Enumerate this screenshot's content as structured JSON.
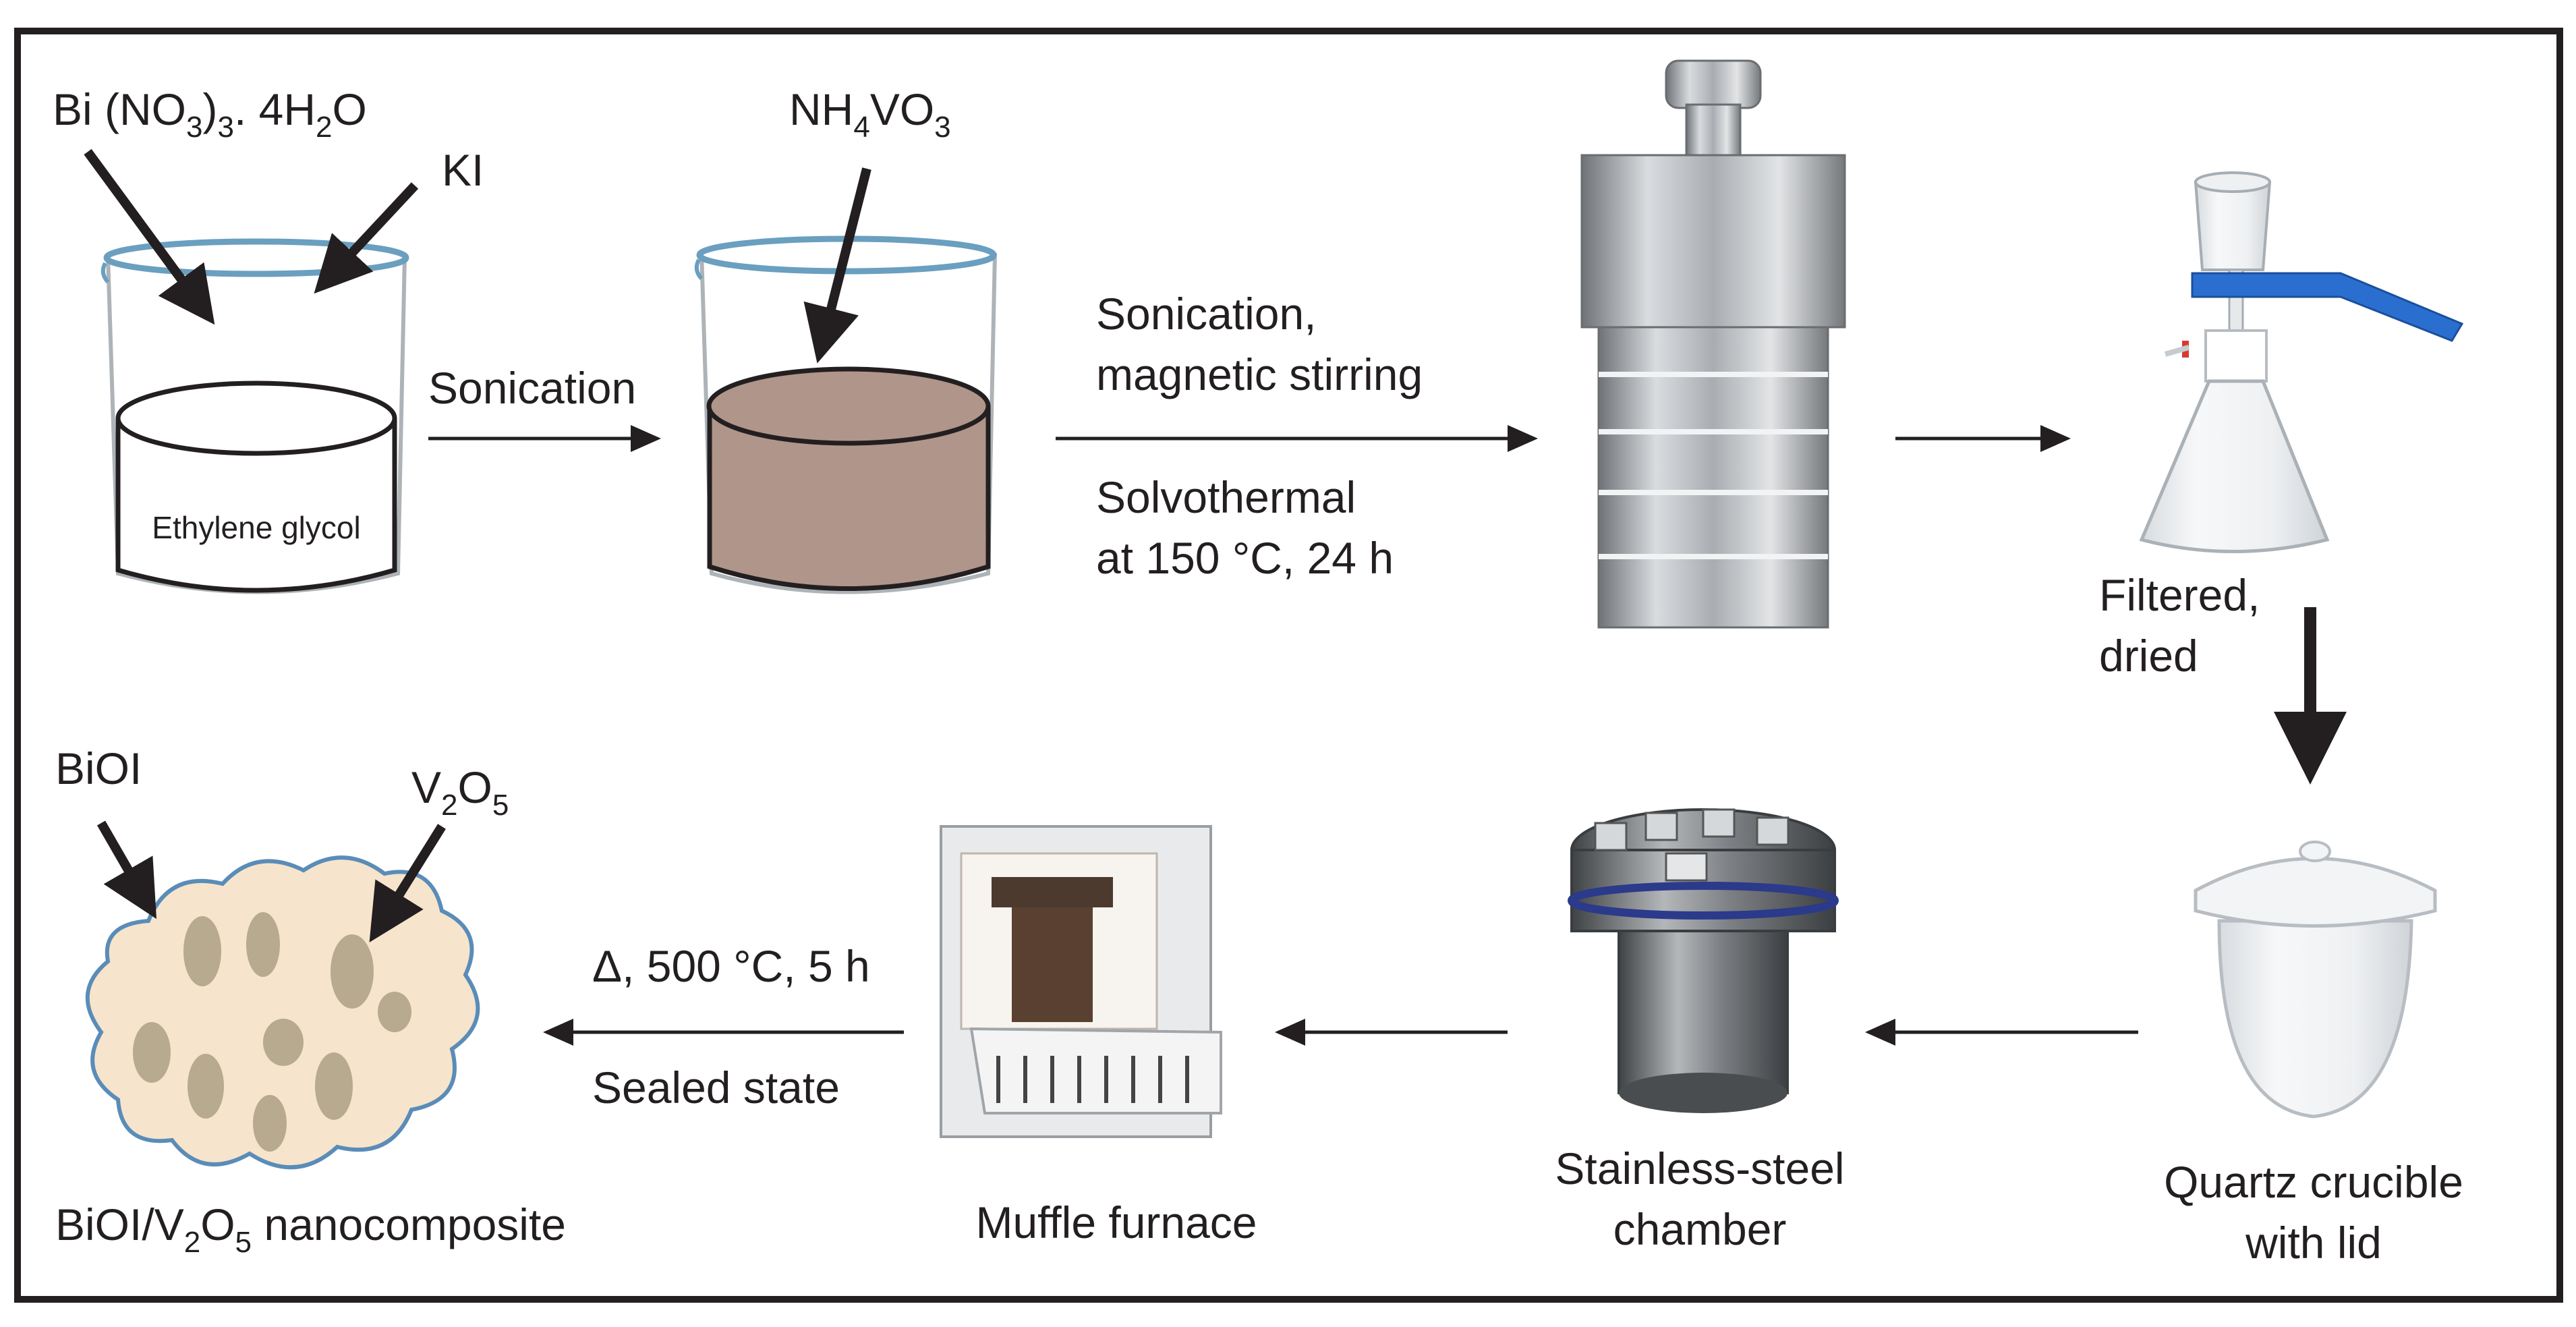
{
  "labels": {
    "reagent_bi_main": "Bi (NO",
    "reagent_bi_sub1": "3",
    "reagent_bi_mid": ")",
    "reagent_bi_sub2": "3",
    "reagent_bi_tail": ". 4H",
    "reagent_bi_sub3": "2",
    "reagent_bi_end": "O",
    "reagent_ki": "KI",
    "reagent_nh4vo3_a": "NH",
    "reagent_nh4vo3_sub1": "4",
    "reagent_nh4vo3_b": "VO",
    "reagent_nh4vo3_sub2": "3",
    "solvent": "Ethylene glycol",
    "step_sonication": "Sonication",
    "step_stirring_line1": "Sonication,",
    "step_stirring_line2": "magnetic stirring",
    "step_solvothermal_line1": "Solvothermal",
    "step_solvothermal_line2": "at 150 °C, 24 h",
    "step_filtered_line1": "Filtered,",
    "step_filtered_line2": "dried",
    "crucible_line1": "Quartz crucible",
    "crucible_line2": "with lid",
    "chamber_line1": "Stainless-steel",
    "chamber_line2": "chamber",
    "furnace": "Muffle furnace",
    "heat_line1": "Δ, 500 °C, 5 h",
    "heat_line2": "Sealed state",
    "product_biol": "BiOI",
    "product_v2o5_a": "V",
    "product_v2o5_sub1": "2",
    "product_v2o5_b": "O",
    "product_v2o5_sub2": "5",
    "final_a": "BiOI/V",
    "final_sub1": "2",
    "final_b": "O",
    "final_sub2": "5",
    "final_c": " nanocomposite"
  },
  "colors": {
    "border": "#231f20",
    "beaker_rim": "#6a9fc0",
    "slurry": "#b0958a",
    "cloud_fill": "#f6e4cc",
    "cloud_edge": "#5a8cb8",
    "particle": "#b7aa8f",
    "steel": "#a9adb1",
    "clamp": "#2a6fd0"
  }
}
